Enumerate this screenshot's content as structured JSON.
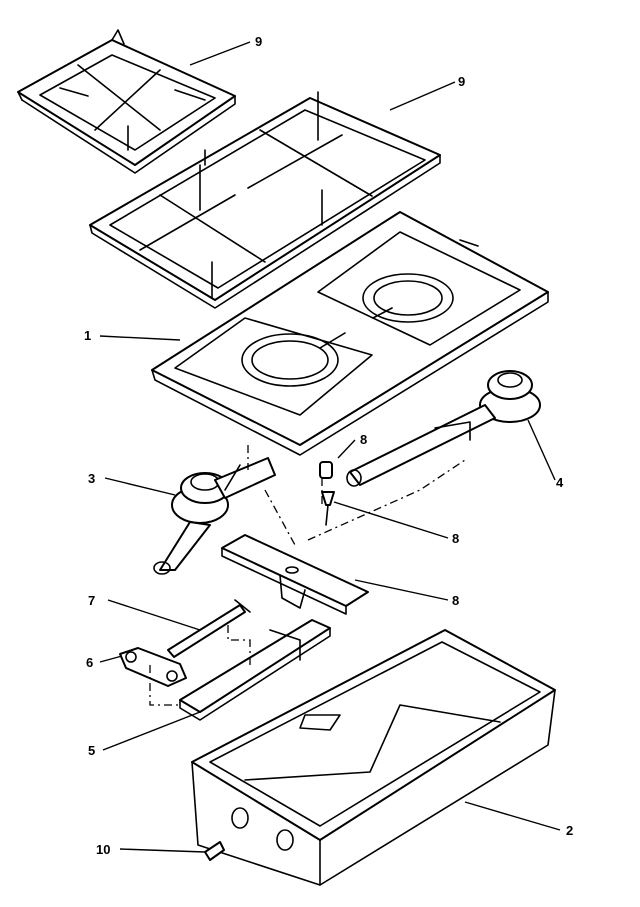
{
  "callouts": {
    "c1": "1",
    "c2": "2",
    "c3": "3",
    "c4": "4",
    "c5": "5",
    "c6": "6",
    "c7": "7",
    "c8a": "8",
    "c8b": "8",
    "c8c": "8",
    "c9a": "9",
    "c9b": "9",
    "c10": "10"
  }
}
